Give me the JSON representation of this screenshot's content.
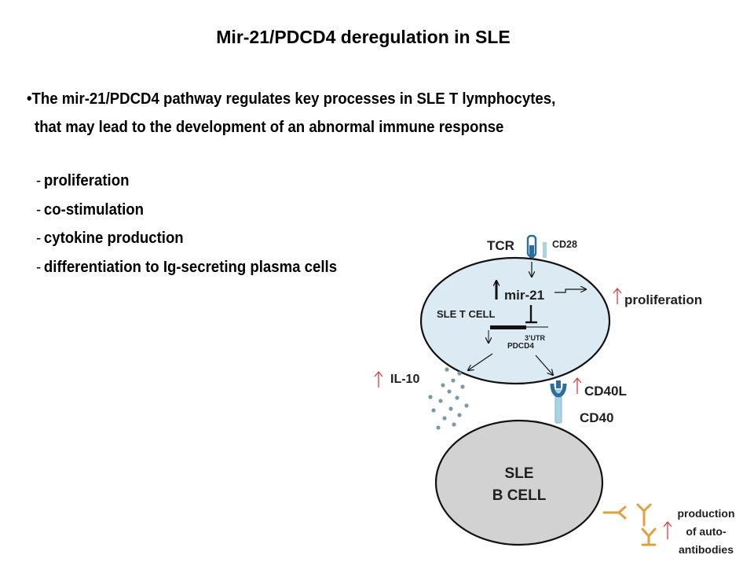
{
  "slide": {
    "title": "Mir-21/PDCD4 deregulation in SLE",
    "bullet": "•The mir-21/PDCD4 pathway regulates key processes in SLE T lymphocytes,",
    "bullet_continued": "that may lead to the development of an abnormal immune response",
    "processes": [
      "proliferation",
      "co-stimulation",
      "cytokine production",
      "differentiation to Ig-secreting plasma cells"
    ],
    "list_marker": "-"
  },
  "diagram": {
    "tcr": "TCR",
    "cd28": "CD28",
    "mir21": "mir-21",
    "t_cell": "SLE T CELL",
    "utr": "3’UTR",
    "pdcd4": "PDCD4",
    "proliferation": "proliferation",
    "il10": "IL-10",
    "cd40l": "CD40L",
    "cd40": "CD40",
    "b_cell_line1": "SLE",
    "b_cell_line2": "B CELL",
    "antibodies_line1": "production",
    "antibodies_line2": "of auto-",
    "antibodies_line3": "antibodies",
    "colors": {
      "t_cell_fill": "#dcebf3",
      "b_cell_fill": "#d2d2d2",
      "up_arrow": "#e23b3b",
      "il10_dots": "#7a9aa8",
      "antibody": "#e0a040",
      "receptor": "#2e6e9e",
      "receptor_light": "#a9d3e3"
    },
    "icons": [
      "up-arrow-icon",
      "down-arrow-icon",
      "inhibition-icon",
      "antibody-icon",
      "receptor-icon"
    ]
  }
}
